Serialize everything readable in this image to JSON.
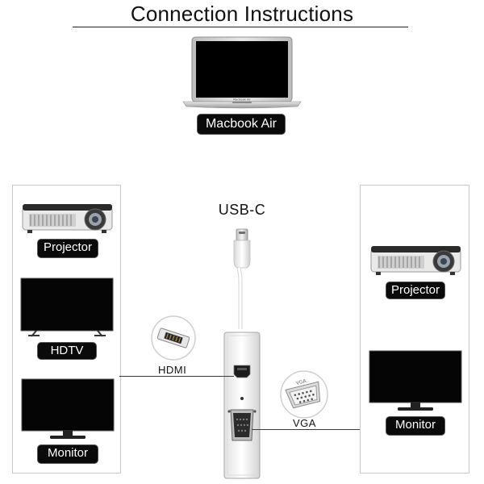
{
  "title": "Connection Instructions",
  "source": {
    "label": "Macbook Air",
    "laptop_brand": "MacBook Air"
  },
  "input_port": {
    "label": "USB-C"
  },
  "left_panel": {
    "devices": [
      {
        "label": "Projector",
        "icon": "projector-icon"
      },
      {
        "label": "HDTV",
        "icon": "tv-icon"
      },
      {
        "label": "Monitor",
        "icon": "monitor-icon"
      }
    ]
  },
  "right_panel": {
    "devices": [
      {
        "label": "Projector",
        "icon": "projector-icon"
      },
      {
        "label": "Monitor",
        "icon": "monitor-icon"
      }
    ]
  },
  "ports": {
    "hdmi": {
      "label": "HDMI"
    },
    "vga": {
      "label": "VGA",
      "connector_text": "VGA"
    }
  },
  "colors": {
    "label_bg": "#0a0a0a",
    "label_text": "#ffffff",
    "screen": "#000000",
    "panel_border": "#c9c9c9"
  }
}
